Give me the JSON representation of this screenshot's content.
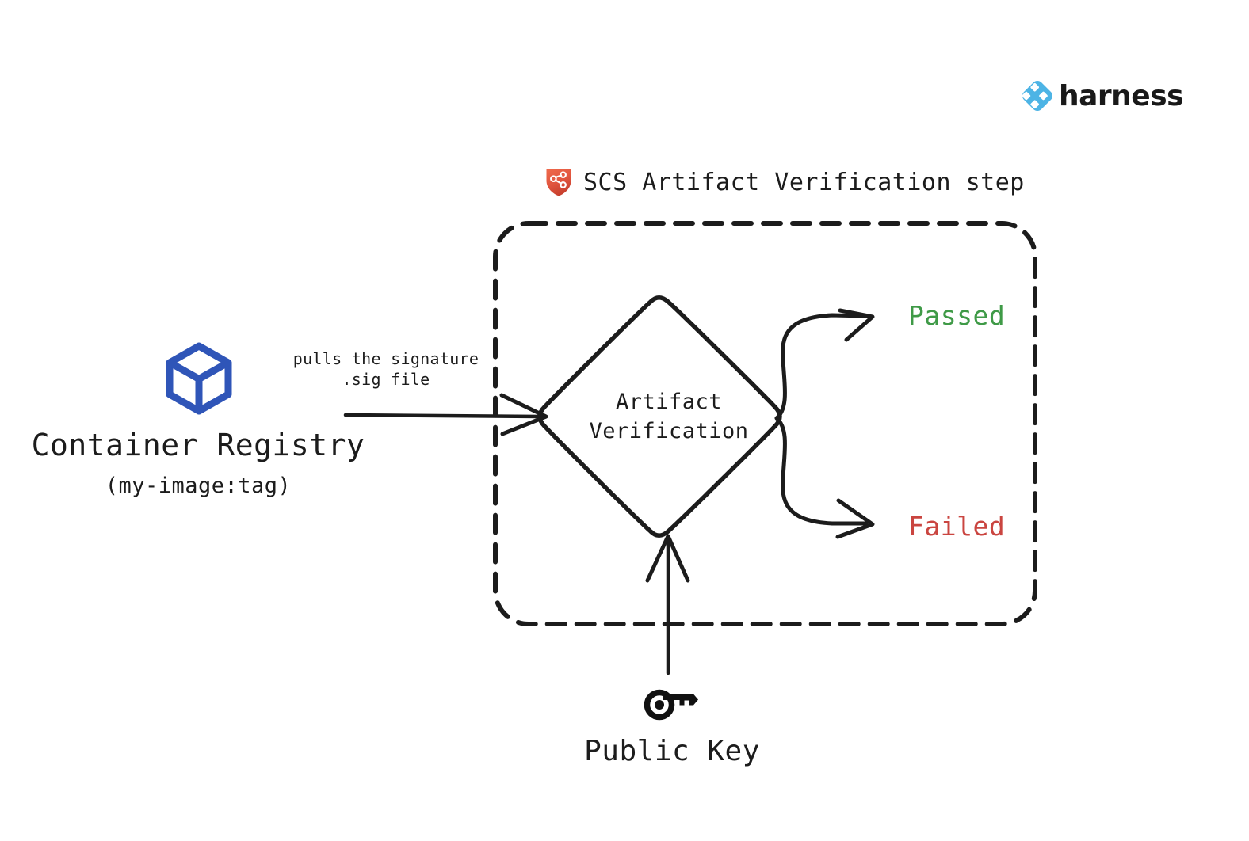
{
  "brand": {
    "logo_icon": "harness-diamond-logo-icon",
    "wordmark": "harness",
    "logo_color": "#4db4e5"
  },
  "step": {
    "icon": "scs-shield-icon",
    "icon_color": "#e2563f",
    "title": "SCS Artifact Verification step",
    "boundary_style": "dashed"
  },
  "source": {
    "icon": "container-cube-icon",
    "icon_color": "#2f55b8",
    "label": "Container Registry",
    "tag": "(my-image:tag)"
  },
  "edges": {
    "pull_label_line1": "pulls the signature",
    "pull_label_line2": ".sig file"
  },
  "decision": {
    "label_line1": "Artifact",
    "label_line2": "Verification",
    "shape": "diamond"
  },
  "outcomes": [
    {
      "label": "Passed",
      "color": "#3f9a47"
    },
    {
      "label": "Failed",
      "color": "#ca4540"
    }
  ],
  "key": {
    "icon": "key-icon",
    "label": "Public Key"
  }
}
